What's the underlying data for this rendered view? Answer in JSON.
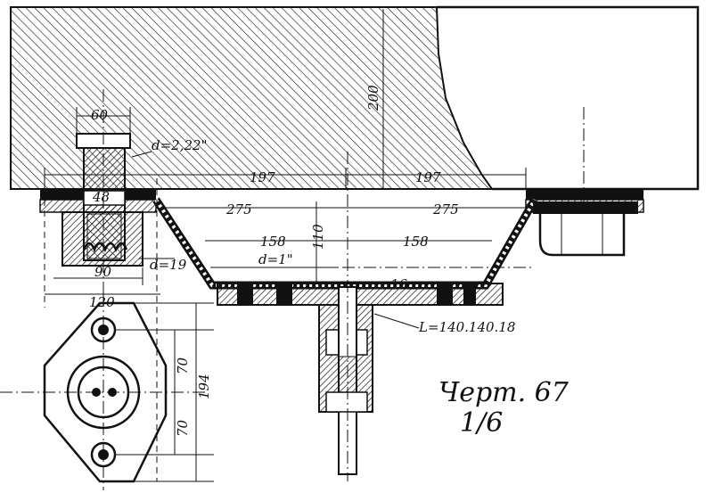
{
  "figure": {
    "caption": "Черт. 67",
    "scale": "1/6"
  },
  "dimensions": {
    "bolt_head_width": "60",
    "thread_diameter": "d=2,22\"",
    "washer_width": "48",
    "nut_width": "90",
    "hole_diameter": "d=19",
    "flange_width": "120",
    "beam_height": "200",
    "half_span_top_left": "197",
    "half_span_top_right": "197",
    "tray_top_left": "275",
    "tray_top_right": "275",
    "tray_bottom_left": "158",
    "tray_bottom_right": "158",
    "tray_depth": "110",
    "rivet_diameter": "d=1\"",
    "plate_thickness": "16",
    "angle_section": "L=140.140.18",
    "bolt_spacing_upper": "70",
    "bolt_spacing_lower": "70",
    "flange_length": "194"
  }
}
